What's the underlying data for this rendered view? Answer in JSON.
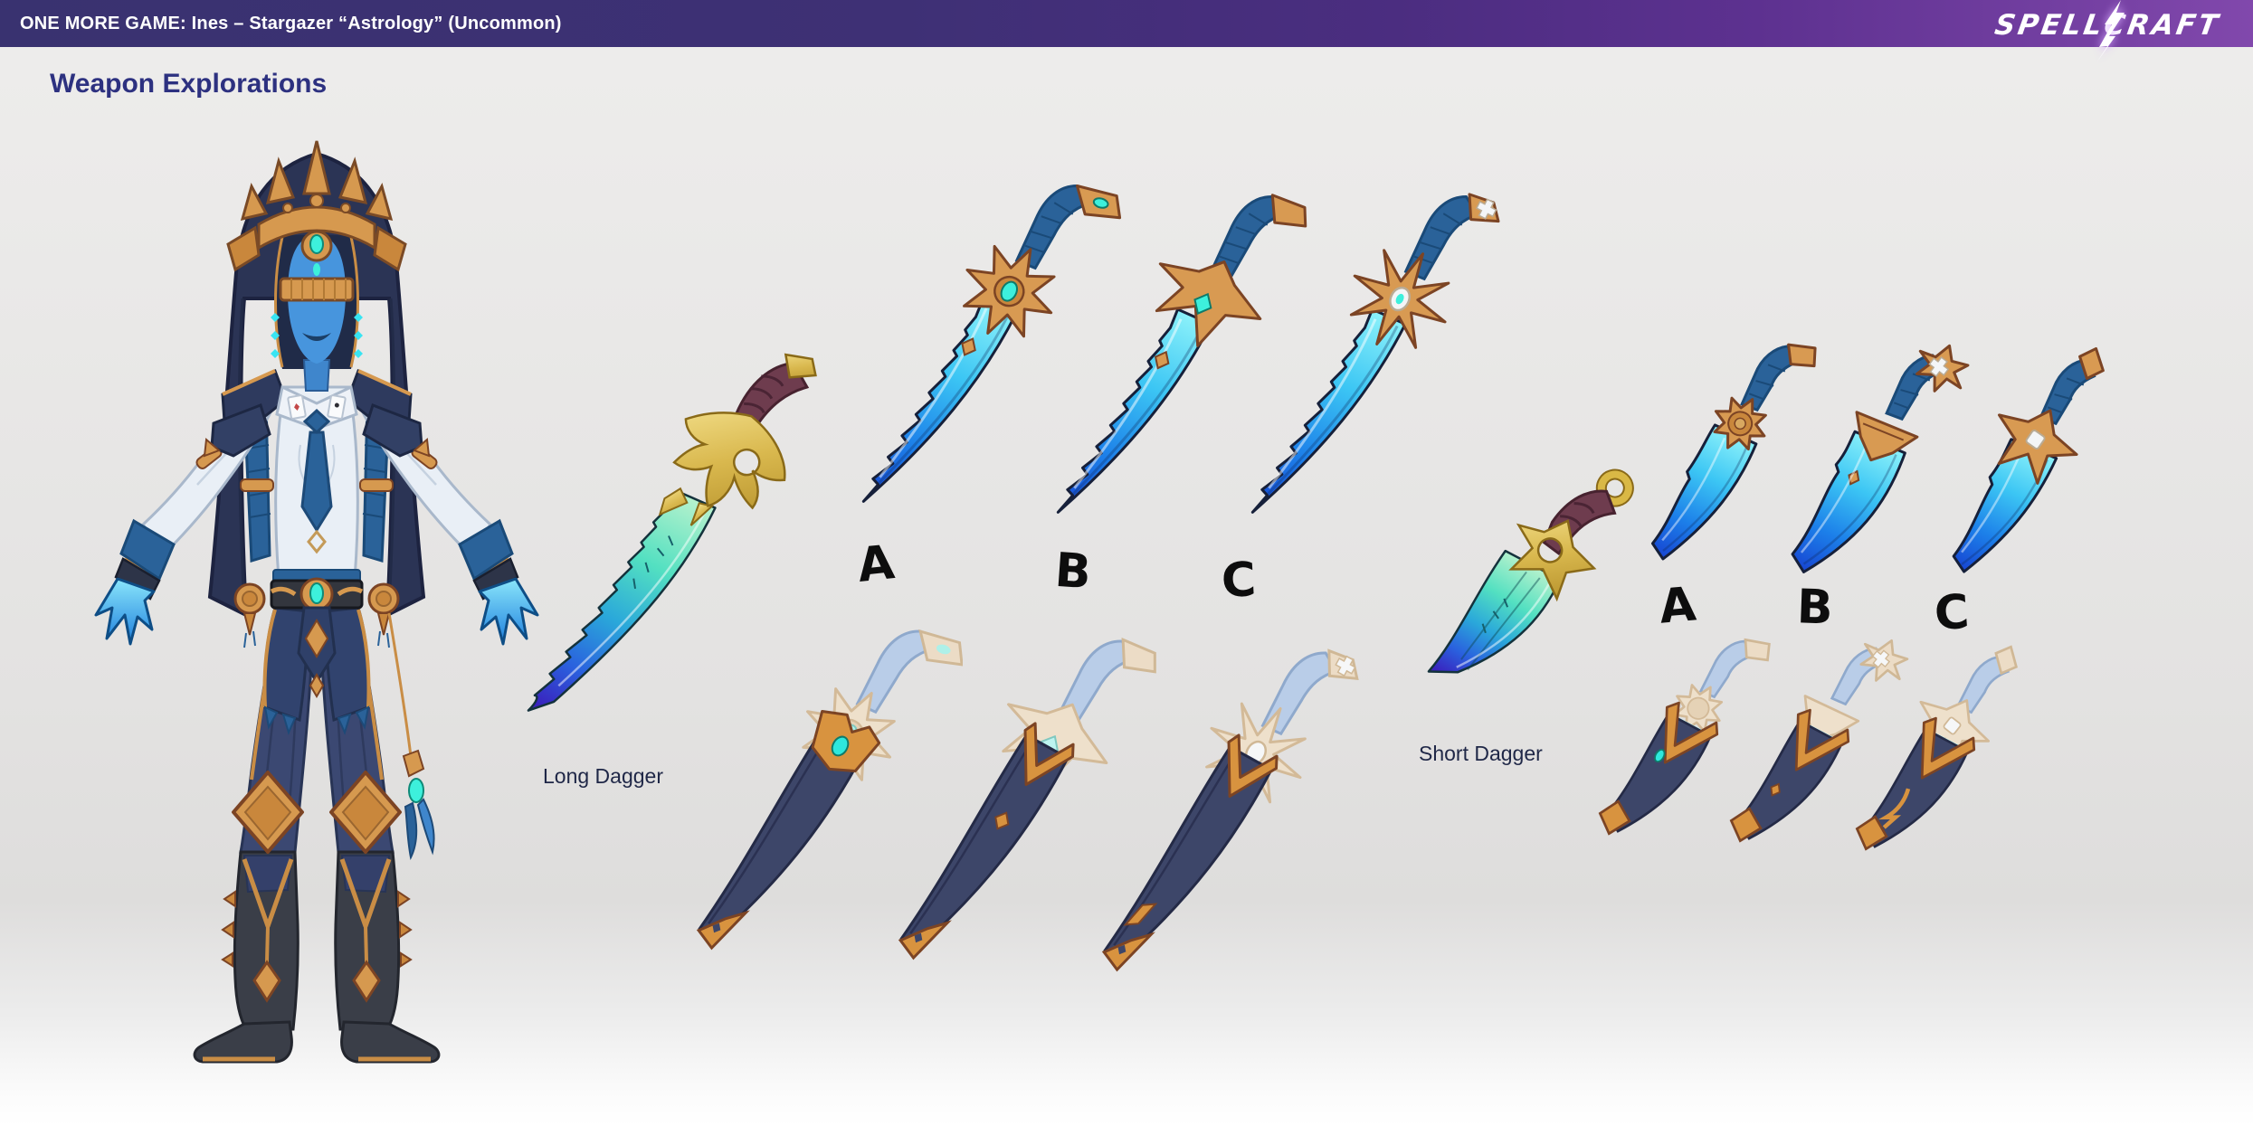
{
  "header": {
    "title": "ONE MORE GAME: Ines – Stargazer “Astrology” (Uncommon)",
    "logo_text": "SPELLCRAFT",
    "background_left": "#393270",
    "background_right": "#8148ac"
  },
  "section": {
    "title": "Weapon Explorations"
  },
  "long_dagger": {
    "label": "Long Dagger",
    "variants": [
      {
        "label": "A"
      },
      {
        "label": "B"
      },
      {
        "label": "C"
      }
    ]
  },
  "short_dagger": {
    "label": "Short Dagger",
    "variants": [
      {
        "label": "A"
      },
      {
        "label": "B"
      },
      {
        "label": "C"
      }
    ]
  },
  "icons": {
    "logo_bolt": "lightning-bolt"
  },
  "palette": {
    "title_navy": "#2d3180",
    "caption_navy": "#1f2747",
    "blade_cyan": "#49d6f6",
    "blade_blue": "#1956d8",
    "gold": "#d89a52",
    "sheath_navy": "#3d4669",
    "handle_blue": "#2a6299",
    "gem_teal": "#3df0dc",
    "background": "#e9e8e8"
  }
}
